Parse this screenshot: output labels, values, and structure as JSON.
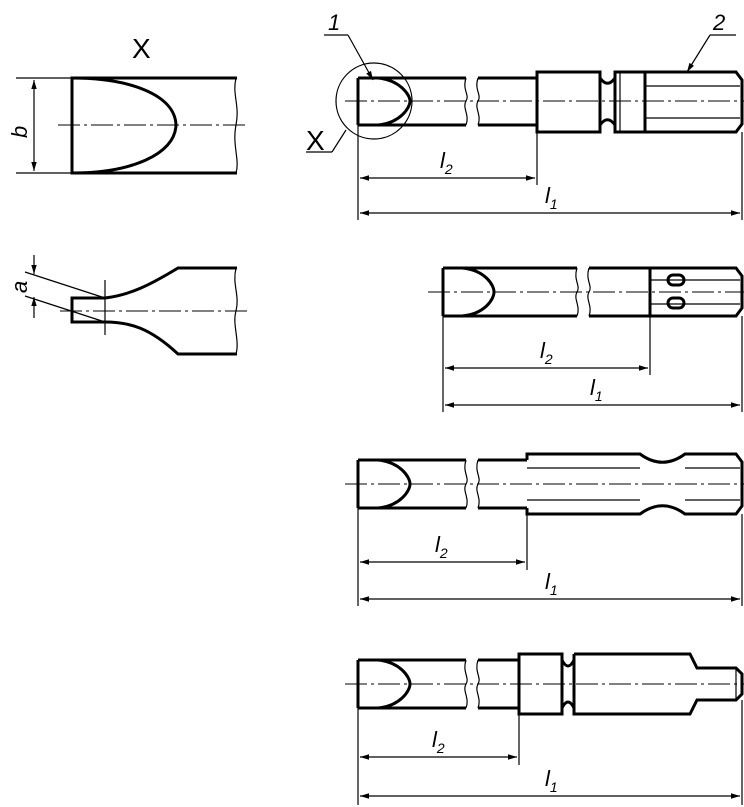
{
  "detail": {
    "view_label": "X",
    "dim_b": "b",
    "dim_a": "a"
  },
  "views": [
    {
      "id": "view-1",
      "callout_1": "1",
      "callout_2": "2",
      "detail_marker": "X",
      "dim_l2": "l",
      "dim_l2_sub": "2",
      "dim_l1": "l",
      "dim_l1_sub": "1"
    },
    {
      "id": "view-2",
      "dim_l2": "l",
      "dim_l2_sub": "2",
      "dim_l1": "l",
      "dim_l1_sub": "1"
    },
    {
      "id": "view-3",
      "dim_l2": "l",
      "dim_l2_sub": "2",
      "dim_l1": "l",
      "dim_l1_sub": "1"
    },
    {
      "id": "view-4",
      "dim_l2": "l",
      "dim_l2_sub": "2",
      "dim_l1": "l",
      "dim_l1_sub": "1"
    }
  ],
  "colors": {
    "ink": "#000000",
    "paper": "#ffffff"
  }
}
